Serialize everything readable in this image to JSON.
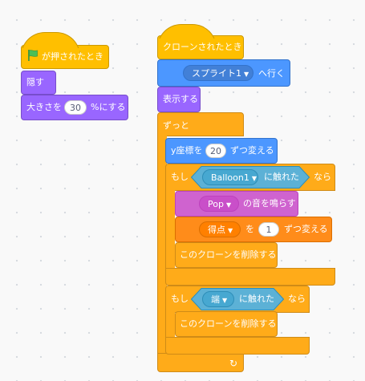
{
  "script1": {
    "hat": "が押されたとき",
    "hide": "隠す",
    "size_prefix": "大きさを",
    "size_value": "30",
    "size_suffix": "%にする"
  },
  "script2": {
    "hat": "クローンされたとき",
    "goto_target": "スプライト1",
    "goto_suffix": "へ行く",
    "show": "表示する",
    "forever": "ずっと",
    "change_y_prefix": "y座標を",
    "change_y_value": "20",
    "change_y_suffix": "ずつ変える",
    "if1": {
      "if_label": "もし",
      "touching_target": "Balloon1",
      "touching_suffix": "に触れた",
      "then_label": "なら",
      "sound_name": "Pop",
      "sound_suffix": "の音を鳴らす",
      "var_name": "得点",
      "var_mid": "を",
      "var_value": "1",
      "var_suffix": "ずつ変える",
      "delete_clone": "このクローンを削除する"
    },
    "if2": {
      "if_label": "もし",
      "touching_target": "端",
      "touching_suffix": "に触れた",
      "then_label": "なら",
      "delete_clone": "このクローンを削除する"
    },
    "loop_arrow": "↻"
  },
  "colors": {
    "events": "#ffbf00",
    "control": "#ffab19",
    "looks": "#9966ff",
    "motion": "#4c97ff",
    "sensing": "#5cb1d6",
    "sound": "#cf63cf",
    "variables": "#ff8c1a",
    "flag": "#4cbf56"
  }
}
